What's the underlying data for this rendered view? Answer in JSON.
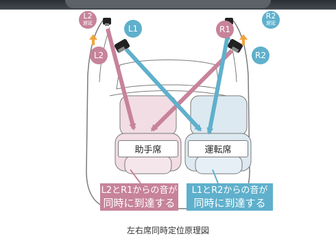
{
  "colors": {
    "left_accent": "#c7839a",
    "right_accent": "#5fb0cc",
    "arrow_orange": "#f2a33a",
    "car_outline": "#7a7a7a"
  },
  "speakers": {
    "l2_top": {
      "name": "L2",
      "sub": "遅延"
    },
    "l1": "L1",
    "r1": "R1",
    "r2_top": {
      "name": "R2",
      "sub": "遅延"
    },
    "l2_side": "L2",
    "r2_side": "R2"
  },
  "seats": {
    "passenger": "助手席",
    "driver": "運転席"
  },
  "callouts": {
    "left": {
      "line1": "L2とR1からの音が",
      "line2": "同時に到達する"
    },
    "right": {
      "line1": "L1とR2からの音が",
      "line2": "同時に到達する"
    }
  },
  "caption": "左右席同時定位原理図"
}
